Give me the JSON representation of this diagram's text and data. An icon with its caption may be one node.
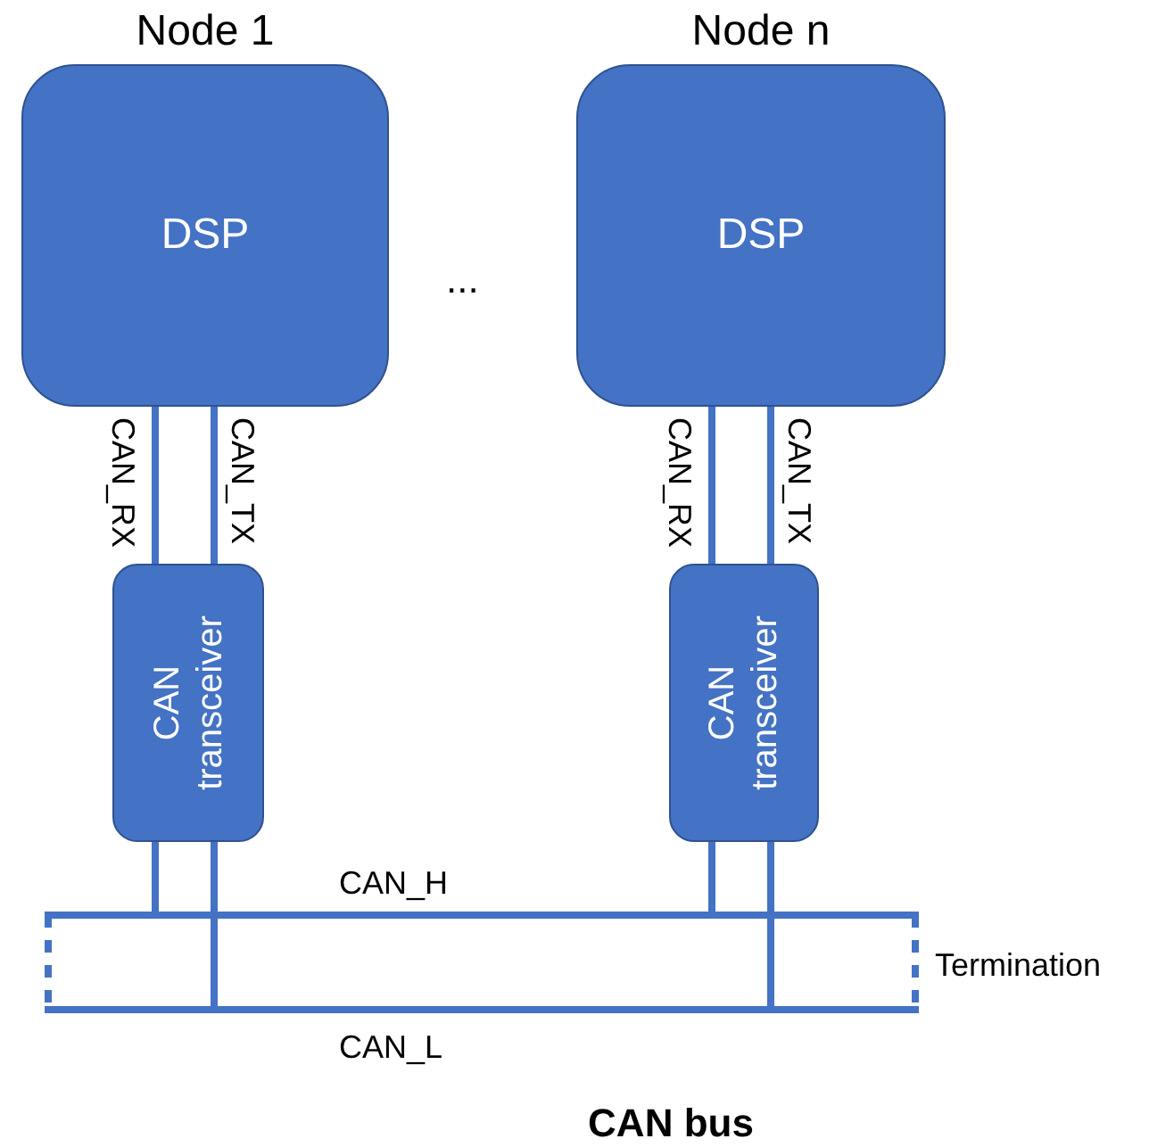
{
  "diagram": {
    "caption": "CAN bus",
    "nodes": [
      {
        "text": [
          "Node 1",
          "DSP"
        ]
      },
      {
        "text": [
          "Node n",
          "DSP"
        ]
      },
      {
        "text": [
          "CAN transceiver"
        ]
      },
      {
        "text": [
          "CAN transceiver"
        ]
      },
      {
        "text": [],
        "shape": "bar",
        "beside": [
          "CAN_H"
        ]
      },
      {
        "text": [],
        "shape": "bar",
        "beside": [
          "CAN_L"
        ]
      }
    ],
    "edges": [
      {
        "from": 0,
        "to": 2,
        "arrow": "none",
        "label": "CAN_RX"
      },
      {
        "from": 0,
        "to": 2,
        "arrow": "none",
        "label": "CAN_TX"
      },
      {
        "from": 1,
        "to": 3,
        "arrow": "none",
        "label": "CAN_RX"
      },
      {
        "from": 1,
        "to": 3,
        "arrow": "none",
        "label": "CAN_TX"
      },
      {
        "from": 2,
        "to": 4,
        "arrow": "none"
      },
      {
        "from": 2,
        "to": 5,
        "arrow": "none"
      },
      {
        "from": 3,
        "to": 4,
        "arrow": "none"
      },
      {
        "from": 3,
        "to": 5,
        "arrow": "none"
      },
      {
        "from": 4,
        "to": 5,
        "arrow": "none",
        "style": "dashed"
      },
      {
        "from": 4,
        "to": 5,
        "arrow": "none",
        "style": "dashed"
      }
    ],
    "labels": [
      "...",
      "Termination"
    ]
  }
}
